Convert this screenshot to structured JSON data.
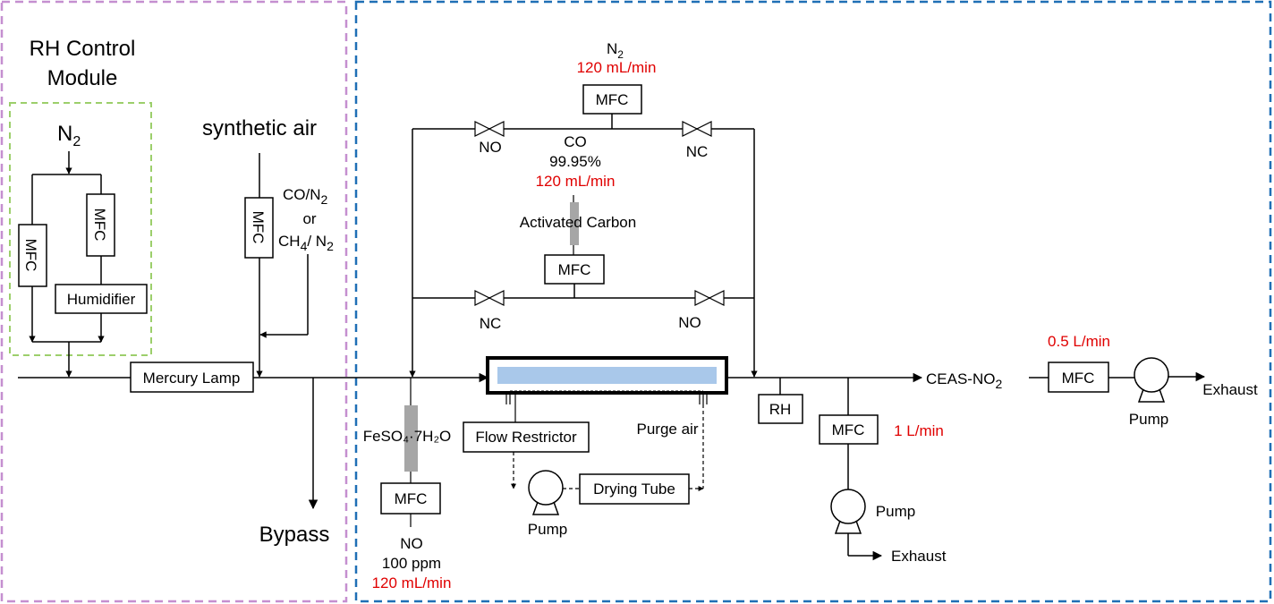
{
  "colors": {
    "rh_module_border": "#c58fd0",
    "reactor_module_border": "#1f6fb5",
    "humidity_box_border": "#9ccf6b",
    "flow_rate_text": "#e00000",
    "lamp_fill": "#a9c8ea",
    "filter_fill": "#a6a6a6"
  },
  "rh_module": {
    "title_line1": "RH Control",
    "title_line2": "Module",
    "n2_label": "N",
    "n2_sub": "2",
    "mfc_left": "MFC",
    "mfc_right": "MFC",
    "humidifier": "Humidifier"
  },
  "inlet": {
    "synthetic_air": "synthetic air",
    "mfc": "MFC",
    "co_n2": "CO/N",
    "co_n2_sub": "2",
    "or": "or",
    "ch4": "CH",
    "ch4_sub": "4",
    "ch4_n2": "/ N",
    "ch4_n2_sub": "2",
    "mercury_lamp": "Mercury Lamp",
    "bypass": "Bypass"
  },
  "co_supply": {
    "n2_label": "N",
    "n2_sub": "2",
    "n2_flow": "120 mL/min",
    "mfc_top": "MFC",
    "valve_left_top": "NO",
    "valve_right_top": "NC",
    "co_label": "CO",
    "co_purity": "99.95%",
    "co_flow": "120 mL/min",
    "activated_carbon": "Activated Carbon",
    "mfc_mid": "MFC",
    "valve_left_bottom": "NC",
    "valve_right_bottom": "NO"
  },
  "no_supply": {
    "ferrous_sulfate": "FeSO₄·7H₂O",
    "mfc": "MFC",
    "no_label": "NO",
    "no_conc": "100 ppm",
    "no_flow": "120 mL/min"
  },
  "reactor": {
    "flow_restrictor": "Flow Restrictor",
    "purge_air": "Purge air",
    "pump": "Pump",
    "drying_tube": "Drying Tube"
  },
  "outlet": {
    "rh": "RH",
    "mfc_exhaust": "MFC",
    "exhaust_flow": "1 L/min",
    "pump": "Pump",
    "exhaust": "Exhaust",
    "ceas": "CEAS-NO",
    "ceas_sub": "2",
    "ceas_flow": "0.5 L/min",
    "mfc_ceas": "MFC",
    "pump_ceas": "Pump",
    "exhaust_ceas": "Exhaust"
  }
}
